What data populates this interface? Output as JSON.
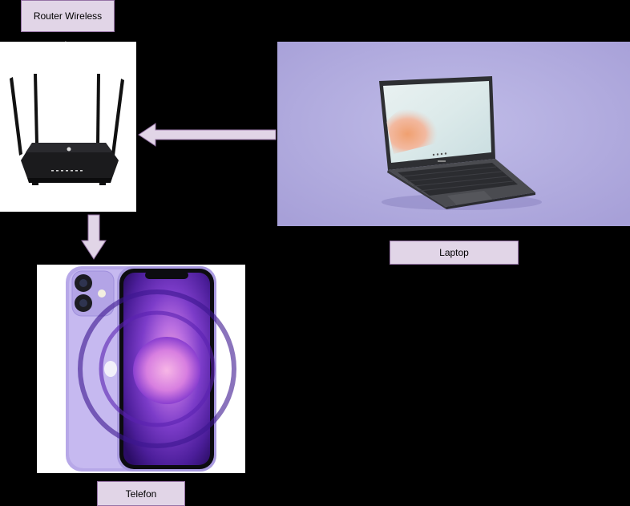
{
  "labels": {
    "router": "Router Wireless",
    "laptop": "Laptop",
    "phone": "Telefon"
  },
  "colors": {
    "label_fill": "#e1d5e7",
    "label_stroke": "#9673a6",
    "arrow_fill": "#e1d5e7",
    "canvas": "#000000"
  },
  "icons": {
    "router": "wireless-router-icon",
    "laptop": "laptop-icon",
    "phone": "smartphone-icon",
    "cursor": "mouse-cursor-icon"
  }
}
